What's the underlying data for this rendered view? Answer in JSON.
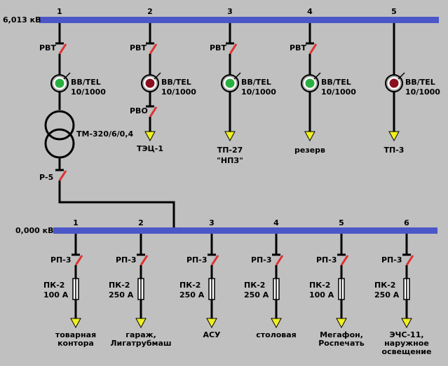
{
  "colors": {
    "background": "#c0c0c0",
    "bus": "#4b57c8",
    "wire": "#000000",
    "switch_blade": "#e03030",
    "breaker_closed": "#28b040",
    "breaker_open": "#8a1020",
    "breaker_ring": "#ffffff",
    "load_arrow": "#f0f020",
    "fuse_fill": "#ffffff"
  },
  "bus_top": {
    "voltage_label": "6,013 кВ",
    "feeders": [
      {
        "number": "1",
        "switch_label": "РВТ",
        "breaker_label": "ВВ/TEL",
        "breaker_rating": "10/1000",
        "breaker_state": "closed",
        "transformer_label": "ТМ-320/6/0,4",
        "disconnector_label": "Р-5"
      },
      {
        "number": "2",
        "switch_label": "РВТ",
        "breaker_label": "ВВ/TEL",
        "breaker_rating": "10/1000",
        "breaker_state": "open",
        "second_switch_label": "РВО",
        "load_label": "ТЭЦ-1"
      },
      {
        "number": "3",
        "switch_label": "РВТ",
        "breaker_label": "ВВ/TEL",
        "breaker_rating": "10/1000",
        "breaker_state": "closed",
        "load_label": "ТП-27",
        "load_label2": "\"НПЗ\""
      },
      {
        "number": "4",
        "switch_label": "РВТ",
        "breaker_label": "ВВ/TEL",
        "breaker_rating": "10/1000",
        "breaker_state": "closed",
        "load_label": "резерв"
      },
      {
        "number": "5",
        "breaker_label": "ВВ/TEL",
        "breaker_rating": "10/1000",
        "breaker_state": "open",
        "load_label": "ТП-3"
      }
    ]
  },
  "bus_bottom": {
    "voltage_label": "0,000 кВ",
    "feeders": [
      {
        "number": "1",
        "switch_label": "РП-3",
        "fuse_label": "ПК-2",
        "fuse_rating": "100 А",
        "load_lines": [
          "товарная",
          "контора"
        ]
      },
      {
        "number": "2",
        "switch_label": "РП-3",
        "fuse_label": "ПК-2",
        "fuse_rating": "250 А",
        "load_lines": [
          "гараж,",
          "Лигатрубмаш"
        ]
      },
      {
        "number": "3",
        "switch_label": "РП-3",
        "fuse_label": "ПК-2",
        "fuse_rating": "250 А",
        "load_lines": [
          "АСУ"
        ]
      },
      {
        "number": "4",
        "switch_label": "РП-3",
        "fuse_label": "ПК-2",
        "fuse_rating": "250 А",
        "load_lines": [
          "столовая"
        ]
      },
      {
        "number": "5",
        "switch_label": "РП-3",
        "fuse_label": "ПК-2",
        "fuse_rating": "100 А",
        "load_lines": [
          "Мегафон,",
          "Роспечать"
        ]
      },
      {
        "number": "6",
        "switch_label": "РП-3",
        "fuse_label": "ПК-2",
        "fuse_rating": "250 А",
        "load_lines": [
          "ЭЧС-11,",
          "наружное",
          "освещение"
        ]
      }
    ]
  }
}
